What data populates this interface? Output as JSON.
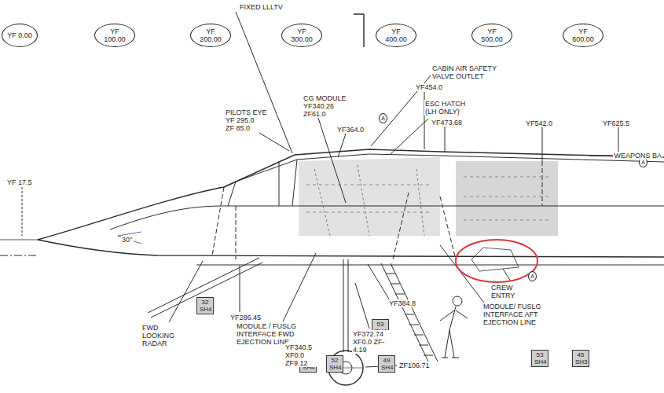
{
  "diagram": {
    "nodes": [
      {
        "text": [
          "YF 0.00"
        ]
      },
      {
        "text": [
          "YF 100.00"
        ]
      },
      {
        "text": [
          "YF 200.00"
        ]
      },
      {
        "text": [
          "YF 300.00"
        ]
      },
      {
        "text": [
          "YF 400.00"
        ]
      },
      {
        "text": [
          "YF 500.00"
        ]
      },
      {
        "text": [
          "YF 600.00"
        ]
      },
      {
        "text": [
          "32 SH4"
        ]
      },
      {
        "text": [
          "53 SH4"
        ]
      },
      {
        "text": [
          "53 SH4"
        ]
      },
      {
        "text": [
          "45 SH3"
        ]
      },
      {
        "text": [
          "50 SH4"
        ]
      },
      {
        "text": [
          "52 SH4"
        ]
      },
      {
        "text": [
          "49 SH4"
        ]
      },
      {
        "text": [
          "A"
        ]
      },
      {
        "text": [
          "A"
        ]
      },
      {
        "text": [
          "A"
        ]
      }
    ],
    "edges": [],
    "labels": [
      "FIXED LLLTV",
      "CABIN AIR SAFETY VALVE OUTLET",
      "CG MODULE",
      "YF340.26",
      "ZF61.0",
      "ESC HATCH (LH ONLY)",
      "YF454.0",
      "PILOTS EYE",
      "YF 295.0",
      "ZF 85.0",
      "YF364.0",
      "YF473.68",
      "YF542.0",
      "YF625.5",
      "WEAPONS BA",
      "YF 17.5",
      "30°",
      "FWD LOOKING RADAR",
      "YF286.45",
      "MODULE / FUSLG INTERFACE FWD EJECTION LINE",
      "YF340.5 XF0.0 ZF9.12",
      "YF384.8",
      "YF372.74 XF0.0 ZF-4.19",
      "ZF106.71",
      "CREW ENTRY",
      "MODULE/ FUSLG INTERFACE AFT EJECTION LINE"
    ]
  }
}
